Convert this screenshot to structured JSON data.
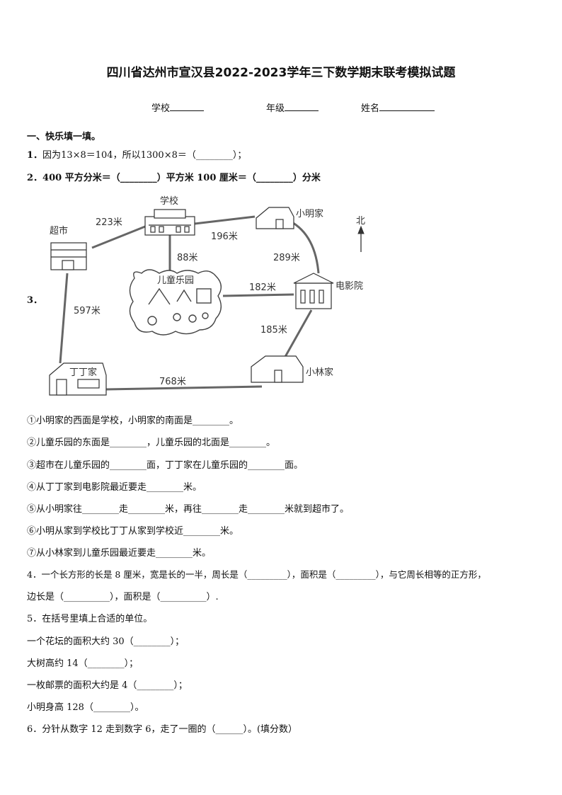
{
  "title": "四川省达州市宣汉县2022-2023学年三下数学期末联考模拟试题",
  "info": {
    "school": "学校",
    "grade": "年级",
    "name": "姓名"
  },
  "section1": "一、快乐填一填。",
  "q1": {
    "num": "1．",
    "text_a": "因为",
    "formula": "13×8＝104",
    "text_b": "，所以",
    "formula2": "1300×8＝",
    "tail": "（________）；"
  },
  "q2": {
    "text": "2．400 平方分米＝（________）平方米    100 厘米＝（________）分米"
  },
  "q3": {
    "num": "3．",
    "map": {
      "labels": {
        "school": "学校",
        "supermarket": "超市",
        "xiaoming": "小明家",
        "north": "北",
        "park": "儿童乐园",
        "cinema": "电影院",
        "dingding": "丁丁家",
        "xiaolin": "小林家"
      },
      "distances": {
        "supermarket_school": "223米",
        "school_xiaoming": "196米",
        "school_park": "88米",
        "xiaoming_cinema": "289米",
        "park_cinema": "182米",
        "supermarket_dingding": "597米",
        "cinema_xiaolin": "185米",
        "dingding_xiaolin": "768米"
      }
    },
    "items": [
      "①小明家的西面是学校，小明家的南面是________。",
      "②儿童乐园的东面是________，儿童乐园的北面是________。",
      "③超市在儿童乐园的________面，丁丁家在儿童乐园的________面。",
      "④从丁丁家到电影院最近要走________米。",
      "⑤从小明家往________走________米，再往________走________米就到超市了。",
      "⑥小明从家到学校比丁丁从家到学校近________米。",
      "⑦从小林家到儿童乐园最近要走________米。"
    ]
  },
  "q4": {
    "line1": "4．一个长方形的长是 8 厘米，宽是长的一半，周长是（_________），面积是（_________），与它周长相等的正方形，",
    "line2": "边长是（__________），面积是（__________）."
  },
  "q5": {
    "text": "5．在括号里填上合适的单位。",
    "items": [
      "一个花坛的面积大约 30（________）；",
      "大树高约 14（________）；",
      "一枚邮票的面积大约是 4（________）；",
      "小明身高 128（________）。"
    ]
  },
  "q6": {
    "text": "6．分针从数字 12 走到数字 6，走了一圈的（______）。(填分数）"
  }
}
